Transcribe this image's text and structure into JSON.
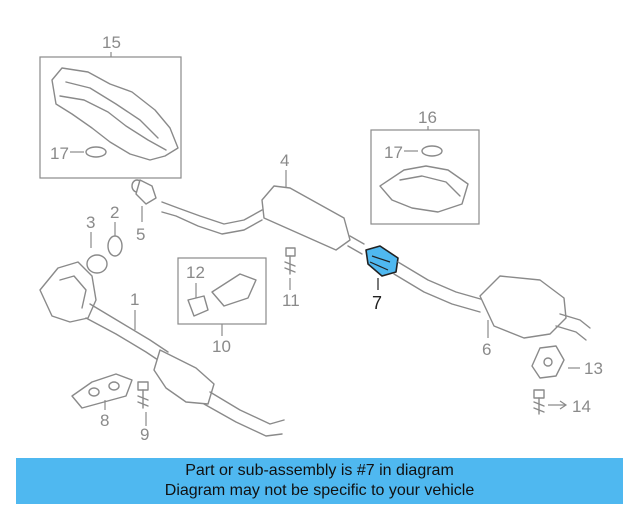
{
  "callouts": {
    "c1": "1",
    "c2": "2",
    "c3": "3",
    "c4": "4",
    "c5": "5",
    "c6": "6",
    "c7": "7",
    "c8": "8",
    "c9": "9",
    "c10": "10",
    "c11": "11",
    "c12": "12",
    "c13": "13",
    "c14": "14",
    "c15": "15",
    "c16": "16",
    "c17a": "17",
    "c17b": "17"
  },
  "highlight": {
    "part_number": "7",
    "color": "#4fb8f0"
  },
  "banner": {
    "line1": "Part or sub-assembly is #7 in diagram",
    "line2": "Diagram may not be specific to your vehicle",
    "background": "#4fb8f0"
  }
}
